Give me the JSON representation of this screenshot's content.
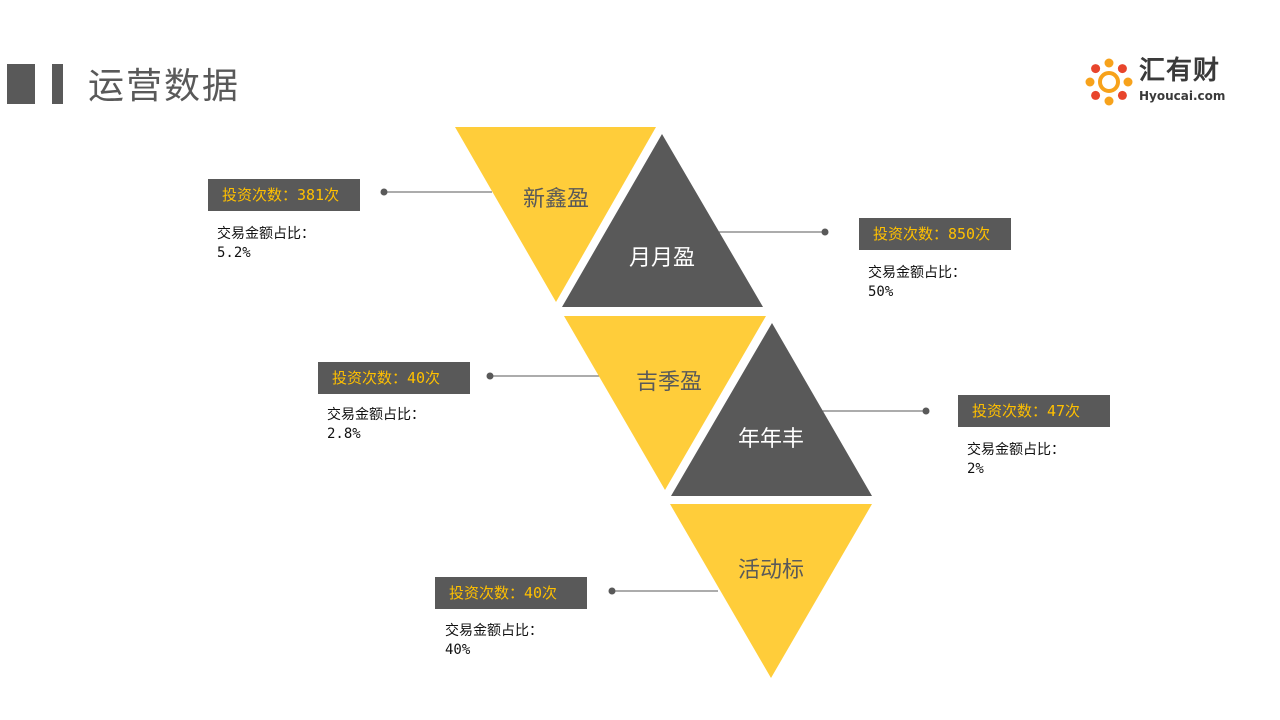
{
  "page": {
    "title": "运营数据"
  },
  "logo": {
    "name": "汇有财",
    "url": "Hyoucai.com"
  },
  "colors": {
    "yellow": "#ffcd3a",
    "dark": "#595959",
    "label_accent": "#ffc000",
    "connector": "#595959"
  },
  "products": [
    {
      "name": "新鑫盈",
      "count_label": "投资次数：381次",
      "share_label": "交易金额占比：",
      "share_value": "5.2%",
      "tone": "yellow"
    },
    {
      "name": "月月盈",
      "count_label": "投资次数：850次",
      "share_label": "交易金额占比：",
      "share_value": "50%",
      "tone": "dark"
    },
    {
      "name": "吉季盈",
      "count_label": "投资次数：40次",
      "share_label": "交易金额占比：",
      "share_value": "2.8%",
      "tone": "yellow"
    },
    {
      "name": "年年丰",
      "count_label": "投资次数：47次",
      "share_label": "交易金额占比：",
      "share_value": "2%",
      "tone": "dark"
    },
    {
      "name": "活动标",
      "count_label": "投资次数：40次",
      "share_label": "交易金额占比：",
      "share_value": "40%",
      "tone": "yellow"
    }
  ]
}
